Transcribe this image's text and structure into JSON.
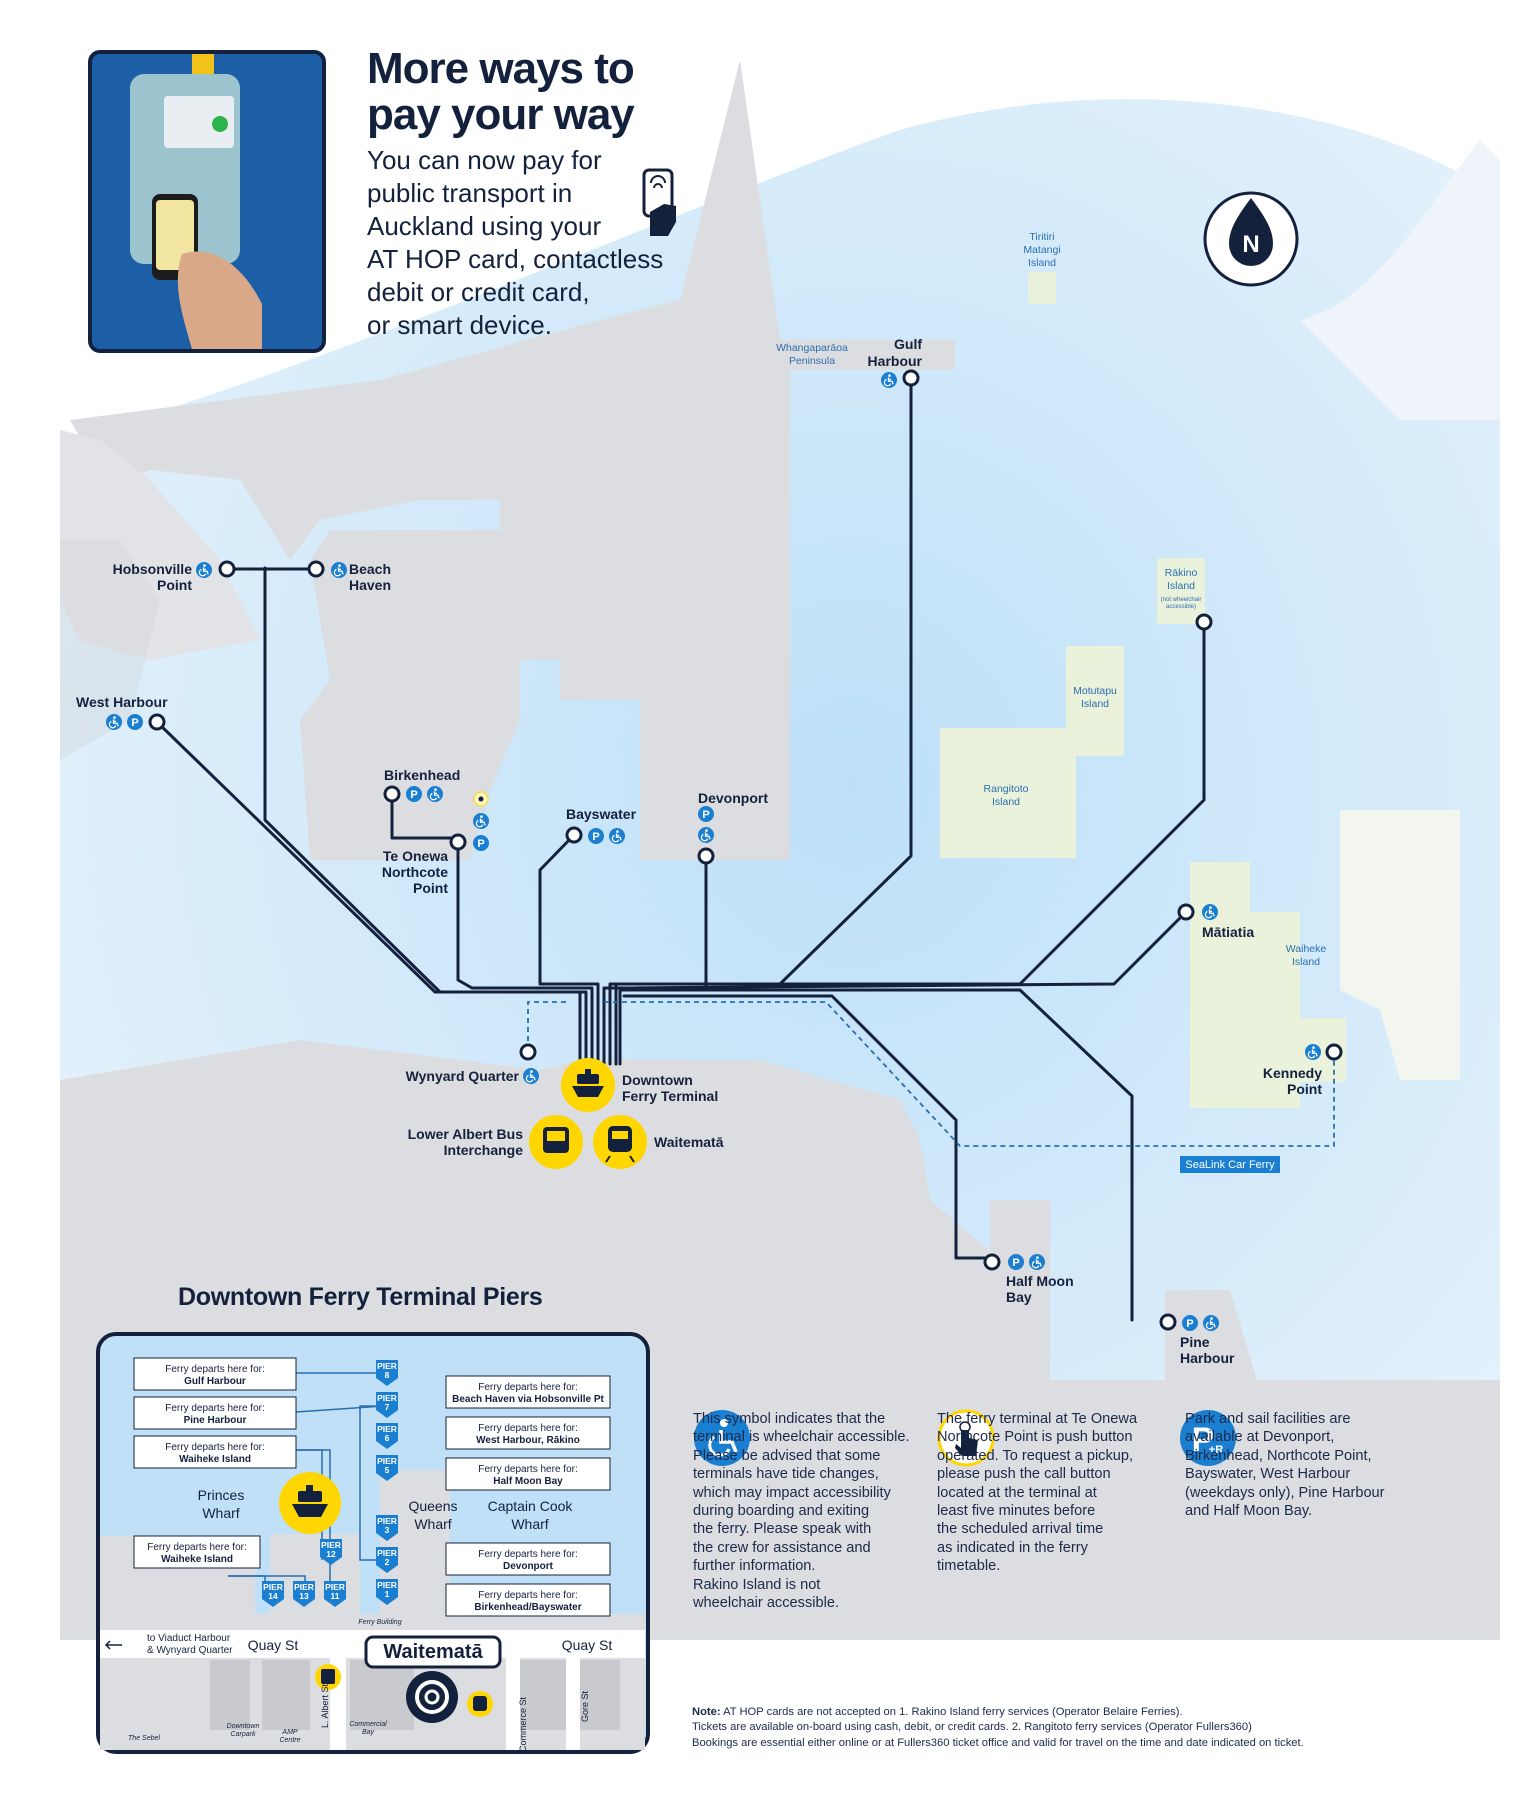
{
  "header": {
    "title_line1": "More ways to",
    "title_line2": "pay your way",
    "body_lines": [
      "You can now pay for",
      "public transport in",
      "Auckland using your",
      "AT HOP card, contactless",
      "debit or credit card,",
      "or smart device."
    ]
  },
  "compass": {
    "letter": "N",
    "icon": "compass-north-icon"
  },
  "islands": {
    "tiritiri": [
      "Tiritiri",
      "Matangi",
      "Island"
    ],
    "rakino": [
      "Rākino",
      "Island"
    ],
    "rakino_note": [
      "(not wheelchair",
      "accessible)"
    ],
    "motutapu": [
      "Motutapu",
      "Island"
    ],
    "rangitoto": [
      "Rangitoto",
      "Island"
    ],
    "waiheke": [
      "Waiheke",
      "Island"
    ],
    "whangaparaoa": [
      "Whangaparāoa",
      "Peninsula"
    ]
  },
  "stops": {
    "gulf_harbour": [
      "Gulf",
      "Harbour"
    ],
    "hobsonville_point": [
      "Hobsonville",
      "Point"
    ],
    "beach_haven": [
      "Beach",
      "Haven"
    ],
    "west_harbour": "West Harbour",
    "birkenhead": "Birkenhead",
    "te_onewa": [
      "Te Onewa",
      "Northcote",
      "Point"
    ],
    "bayswater": "Bayswater",
    "devonport": "Devonport",
    "matiatia": "Mātiatia",
    "kennedy_point": [
      "Kennedy",
      "Point"
    ],
    "wynyard_quarter": "Wynyard Quarter",
    "downtown": [
      "Downtown",
      "Ferry Terminal"
    ],
    "lower_albert": [
      "Lower Albert Bus",
      "Interchange"
    ],
    "waitemata": "Waitematā",
    "half_moon_bay": [
      "Half Moon",
      "Bay"
    ],
    "pine_harbour": [
      "Pine",
      "Harbour"
    ]
  },
  "sealink_label": "SeaLink Car Ferry",
  "piers": {
    "title": "Downtown Ferry Terminal Piers",
    "departs": "Ferry departs here for:",
    "left_boxes": [
      "Gulf Harbour",
      "Pine Harbour",
      "Waiheke Island"
    ],
    "lower_left_box": "Waiheke Island",
    "right_boxes": [
      "Beach Haven via Hobsonville Pt",
      "West Harbour, Rākino",
      "Half Moon Bay",
      "Devonport",
      "Birkenhead/Bayswater"
    ],
    "pier_word": "PIER",
    "pier_numbers": [
      "8",
      "7",
      "6",
      "5",
      "3",
      "2",
      "1",
      "12",
      "14",
      "13",
      "11"
    ],
    "princes_wharf": [
      "Princes",
      "Wharf"
    ],
    "queens_wharf": [
      "Queens",
      "Wharf"
    ],
    "captain_cook_wharf": [
      "Captain Cook",
      "Wharf"
    ],
    "ferry_building": "Ferry Building",
    "viaduct": [
      "to Viaduct Harbour",
      "& Wynyard Quarter"
    ],
    "quay_st": "Quay St",
    "waitemata": "Waitematā",
    "l_albert_st": "L. Albert St",
    "commerce_st": "Commerce St",
    "gore_st": "Gore St",
    "the_sebel": "The Sebel",
    "downtown_carpark": [
      "Downtown",
      "Carpark"
    ],
    "amp_centre": [
      "AMP",
      "Centre"
    ],
    "commercial_bay": [
      "Commercial",
      "Bay"
    ]
  },
  "legend": {
    "wheelchair": [
      "This symbol indicates that the",
      "terminal is wheelchair accessible.",
      "Please be advised that some",
      "terminals have tide changes,",
      "which may impact accessibility",
      "during boarding and exiting",
      "the ferry. Please speak with",
      "the crew for assistance and",
      "further information.",
      "Rakino Island is not",
      "wheelchair accessible."
    ],
    "push_button": [
      "The ferry terminal at Te Onewa",
      "Northcote Point is push button",
      "operated. To request a pickup,",
      "please push the call button",
      "located at the terminal at",
      "least five minutes before",
      "the scheduled arrival time",
      "as indicated in the ferry",
      "timetable."
    ],
    "park_ride": [
      "Park and sail facilities are",
      "available at Devonport,",
      "Birkenhead, Northcote Point,",
      "Bayswater, West Harbour",
      "(weekdays only), Pine Harbour",
      "and Half Moon Bay."
    ],
    "pr_label": "+R"
  },
  "note": {
    "label": "Note:",
    "line1": "AT HOP cards are not accepted on 1. Rakino Island ferry services (Operator Belaire Ferries).",
    "line2": "Tickets are available on-board using cash, debit, or credit cards. 2. Rangitoto ferry services (Operator Fullers360)",
    "line3": "Bookings are essential either online or at Fullers360 ticket office and valid for travel on the time and date indicated on ticket."
  },
  "colors": {
    "sea": "#bfe0f7",
    "land": "#dcdde0",
    "route": "#14213d",
    "accent": "#ffd600",
    "icon_blue": "#1a7fd0",
    "island": "#eaf2dc"
  }
}
